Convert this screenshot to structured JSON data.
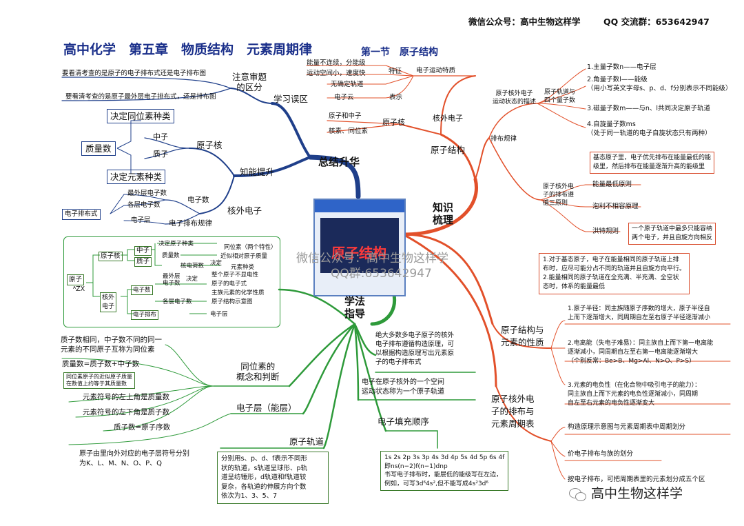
{
  "header": {
    "wechat": "微信公众号：高中生物这样学",
    "qq": "QQ 交流群：653642947"
  },
  "title": {
    "main": "高中化学　第五章　物质结构　元素周期律",
    "section": "第一节　原子结构"
  },
  "center": {
    "label": "原子结构",
    "watermark1": "微信公众号：高中生物这样学",
    "watermark2": "QQ群:653642947"
  },
  "branches": {
    "summary": "总结升华",
    "knowledge": "知识\n梳理",
    "method": "学法\n指导"
  },
  "study_error": {
    "label": "学习误区",
    "sub": "注意审题\n的区分",
    "note1": "要看清考查的是原子的电子排布式还是电子排布图",
    "note2": "要看清考查的是原子最外层电子排布式，还是排布图"
  },
  "ability": {
    "label": "知能提升",
    "nucleus": "原子核",
    "kind": "决定同位素种类",
    "neutron": "中子",
    "proton": "质子",
    "mass": "质量数",
    "elem": "决定元素种类",
    "outer": "核外电子",
    "ecount": "电子数",
    "outer_count": "最外层电子数",
    "each_count": "各层电子数",
    "config": "电子排布式",
    "shell": "电子层",
    "rule": "电子排布规律"
  },
  "atom_tree": {
    "atom": "原子",
    "symbol": "ᴬZX",
    "nucleus": "原子核",
    "neutron": "中子",
    "proton": "质子",
    "isotope_kind": "决定原子种类",
    "isotope": "同位素（两个特性）",
    "mass": "质量数",
    "approx": "近似相对原子质量",
    "charge": "核电荷数",
    "decide": "决定",
    "elem_kind": "元素种类",
    "electrons": "核外\n电子",
    "ecount": "电子数",
    "outermost": "最外层\n电子数",
    "decide2": "决定",
    "whole": "整个原子不显电性",
    "formula": "原子的电子式",
    "main_prop": "主族元素的化学性质",
    "each": "各层电子数",
    "diagram": "原子结构示意图",
    "arrange": "电子排布",
    "shell": "电子层"
  },
  "isotope": {
    "label": "同位素的\n概念和判断",
    "def": "质子数相同，中子数不同的同一\n元素的不同原子互称为同位素",
    "mass_eq": "质量数=质子数+中子数",
    "approx_note": "同位素原子的近似原子质量\n在数值上约等于其质量数",
    "upper_left": "元素符号的左上角是质量数",
    "lower_left": "元素符号的左下角是质子数",
    "proton_eq": "质子数=原子序数"
  },
  "shell_label": "电子层（能层）",
  "shell_note": "原子由里向外对应的电子层符号分别\n为K、L、M、N、O、P、Q",
  "orbital_label": "原子轨道",
  "orbital_note": "分别用s、p、d、f表示不同形\n状的轨道，s轨道呈球形、p轨\n道呈纺锤形，d轨道和f轨道较\n复杂，各轨道的伸展方向个数\n依次为1、3、5、7",
  "method_notes": {
    "n1": "绝大多数多电子原子的核外\n电子排布遵循构造原理，可\n以根据构造原理写出元素原\n子的电子排布式",
    "n2": "电子在原子核外的一个空间\n运动状态称为一个原子轨道",
    "fill_label": "电子填充顺序",
    "fill": "1s 2s 2p 3s 3p 4s 3d 4p 5s 4d 5p 6s 4f\n即ns(n−2)f(n−1)dnp\n书写电子排布时，能层低的能级写在左边，\n例如，可写3d⁶4s²,但不能写成4s²3d⁶"
  },
  "structure": {
    "label": "原子结构",
    "outer": "核外电子",
    "nucleus": "原子核",
    "nuc1": "原子和中子",
    "nuc2": "核素、同位素",
    "motion": "电子运动特质",
    "feature": "特征",
    "f1": "能量不连续，分能级",
    "f2": "运动空间小，速度快",
    "f3": "无确定轨道",
    "f4": "电子云",
    "represent": "表示",
    "arrange": "排布规律",
    "state": "原子核外电子\n运动状态的描述",
    "orbit4": "原子轨道与\n四个量子数",
    "q1": "1.主量子数n——电子层",
    "q2": "2.角量子数l——能级\n（用小写英文字母s、p、d、f分别表示不同能级）",
    "q3": "3.磁量子数m——与n、l共同决定原子轨道",
    "q4": "4.自旋量子数ms\n（处于同一轨道的电子自旋状态只有两种）",
    "three": "原子核外电\n子的排布遵\n循三原则",
    "ground": "基态原子里，电子优先排布在能量最低的能\n级里，然后排布在能量逐渐升高的能级里",
    "lowest": "能量最低原则",
    "pauli": "泡利不相容原理",
    "hund": "洪特规则",
    "hund_note": "一个原子轨道中最多只能容纳\n两个电子，并且自旋方向相反",
    "hund_detail": "1.对于基态原子，电子在能量相同的原子轨道上排\n布时，应尽可能分占不同的轨道并且自旋方向平行。\n2.能量相同的原子轨道在全充满、半充满、全空状\n态时，体系的能量最低"
  },
  "element_prop": {
    "label": "原子结构与\n元素的性质",
    "p1": "1.原子半径：同主族随原子序数的增大，原子半径自\n上而下逐渐增大，同周期自左至右原子半径逐渐减小",
    "p2": "2.电离能（失电子难易）：同主族自上而下第一电离能\n逐渐减小，同周期自左至右第一电离能逐渐增大\n（个别反常：Be>B、Mg>Al、N>O、P>S）",
    "p3": "3.元素的电负性（在化合物中吸引电子的能力）：\n同主族自上而下元素的电负性逐渐减小，同周期\n自左至右元素的电负性逐渐变大"
  },
  "periodic": {
    "label": "原子核外电\n子的排布与\n元素周期表",
    "p1": "构造原理示意图与元素周期表中周期划分",
    "p2": "价电子排布与族的划分",
    "p3": "按电子排布，可把周期表里的元素划分成五个区"
  },
  "footer": {
    "brand": "高中生物这样学"
  },
  "colors": {
    "blue": "#1f3f8a",
    "green": "#2e9a3a",
    "red": "#e2502a",
    "title": "#1a2f8a"
  }
}
